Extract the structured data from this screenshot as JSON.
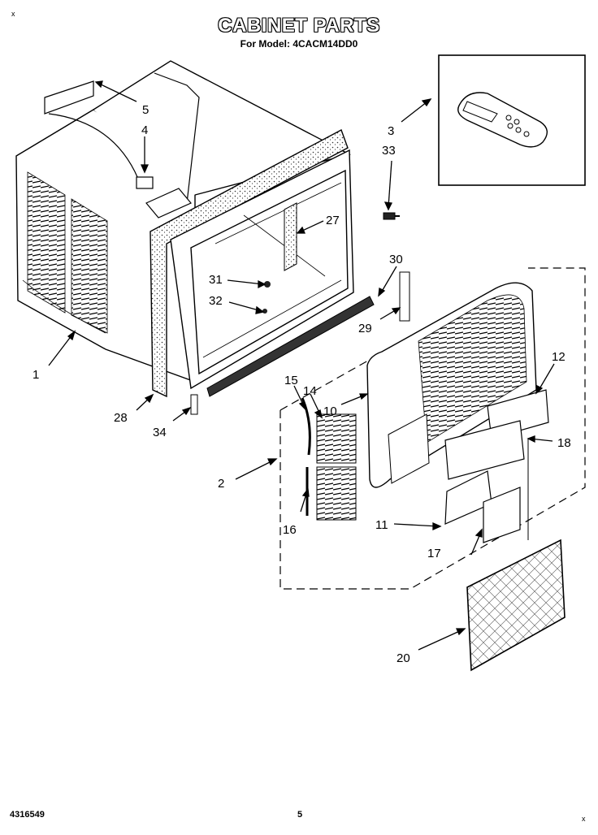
{
  "header": {
    "title": "CABINET PARTS",
    "subtitle": "For Model: 4CACM14DD0"
  },
  "corner_marks": {
    "top_left": "x",
    "bottom_right": "x"
  },
  "footer": {
    "doc_number": "4316549",
    "page_number": "5"
  },
  "callouts": [
    "1",
    "2",
    "3",
    "4",
    "5",
    "10",
    "11",
    "12",
    "14",
    "15",
    "16",
    "17",
    "18",
    "20",
    "27",
    "28",
    "29",
    "30",
    "31",
    "32",
    "33",
    "34"
  ]
}
